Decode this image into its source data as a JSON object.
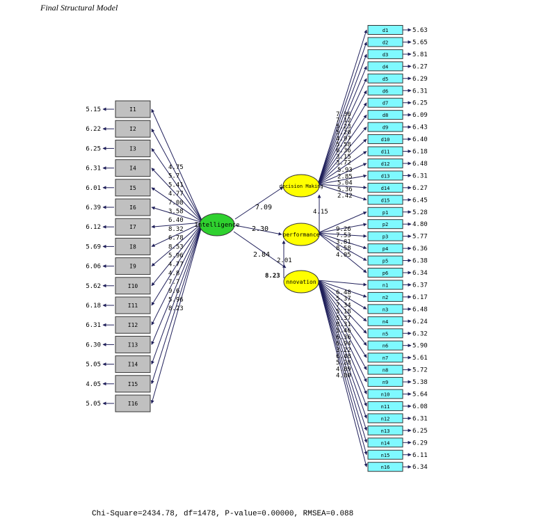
{
  "title": "Final Structural Model",
  "footer": "Chi-Square=2434.78, df=1478, P-value=0.00000, RMSEA=0.088",
  "colors": {
    "indicator_left": "#c0c0c0",
    "indicator_right": "#7ff9ff",
    "exogenous": "#2fd12f",
    "endogenous": "#ffff00",
    "arrow": "#1f1f5a"
  },
  "latent": {
    "intelligence": "Intelligence",
    "decision": "decision Making",
    "performance": "performance",
    "innovation": "nnovation"
  },
  "paths": {
    "int_to_decision": "7.09",
    "int_to_performance": "2.30",
    "int_to_innovation": "2.84",
    "performance_to_decision": "4.15",
    "innovation_to_performance": "2.01",
    "innovation_extra": "8.23"
  },
  "intelligence_indicators": [
    {
      "name": "I1",
      "error": "5.15",
      "load": "4.75"
    },
    {
      "name": "I2",
      "error": "6.22",
      "load": "5.7"
    },
    {
      "name": "I3",
      "error": "6.25",
      "load": "5.41"
    },
    {
      "name": "I4",
      "error": "6.31",
      "load": "4.77"
    },
    {
      "name": "I5",
      "error": "6.01",
      "load": "7.08"
    },
    {
      "name": "I6",
      "error": "6.39",
      "load": "3.58"
    },
    {
      "name": "I7",
      "error": "6.12",
      "load": "6.40"
    },
    {
      "name": "I8",
      "error": "5.69",
      "load": "8.32"
    },
    {
      "name": "I9",
      "error": "6.06",
      "load": "6.78"
    },
    {
      "name": "I10",
      "error": "5.62",
      "load": "8.53"
    },
    {
      "name": "I11",
      "error": "6.18",
      "load": "5.96"
    },
    {
      "name": "I12",
      "error": "6.31",
      "load": "4.77"
    },
    {
      "name": "I13",
      "error": "6.30",
      "load": "4.8"
    },
    {
      "name": "I14",
      "error": "5.05",
      "load": "7.7"
    },
    {
      "name": "I15",
      "error": "4.05",
      "load": "9.6"
    },
    {
      "name": "I16",
      "error": "5.05",
      "load": "5.96"
    }
  ],
  "intelligence_extra_load": "8.23",
  "decision_indicators": [
    {
      "name": "d1",
      "error": "5.63",
      "load": ""
    },
    {
      "name": "d2",
      "error": "5.65",
      "load": ""
    },
    {
      "name": "d3",
      "error": "5.81",
      "load": ""
    },
    {
      "name": "d4",
      "error": "6.27",
      "load": ""
    },
    {
      "name": "d5",
      "error": "6.29",
      "load": ""
    },
    {
      "name": "d6",
      "error": "6.31",
      "load": ""
    },
    {
      "name": "d7",
      "error": "6.25",
      "load": "7.36"
    },
    {
      "name": "d8",
      "error": "6.09",
      "load": "7.12"
    },
    {
      "name": "d9",
      "error": "6.43",
      "load": "5.23"
    },
    {
      "name": "d10",
      "error": "6.40",
      "load": "5.20"
    },
    {
      "name": "d11",
      "error": "6.18",
      "load": "4.97"
    },
    {
      "name": "d12",
      "error": "6.48",
      "load": "5.58"
    },
    {
      "name": "d13",
      "error": "6.31",
      "load": "6.36"
    },
    {
      "name": "d14",
      "error": "6.27",
      "load": "3.15"
    },
    {
      "name": "d15",
      "error": "6.45",
      "load": "3.72"
    }
  ],
  "decision_extra_loads": [
    "5.93",
    "2.85",
    "5.04",
    "5.36",
    "2.42"
  ],
  "performance_indicators": [
    {
      "name": "p1",
      "error": "5.28",
      "load": "9.26"
    },
    {
      "name": "p2",
      "error": "4.80",
      "load": "7.53"
    },
    {
      "name": "p3",
      "error": "5.77",
      "load": "3.81"
    },
    {
      "name": "p4",
      "error": "6.36",
      "load": "8.58"
    },
    {
      "name": "p5",
      "error": "6.38",
      "load": "4.05"
    },
    {
      "name": "p6",
      "error": "6.34",
      "load": ""
    }
  ],
  "innovation_indicators": [
    {
      "name": "n1",
      "error": "6.37",
      "load": "6.48"
    },
    {
      "name": "n2",
      "error": "6.17",
      "load": "5.37"
    },
    {
      "name": "n3",
      "error": "6.48",
      "load": "7.34"
    },
    {
      "name": "n4",
      "error": "6.24",
      "load": "5.18"
    },
    {
      "name": "n5",
      "error": "6.32",
      "load": "5.37"
    },
    {
      "name": "n6",
      "error": "5.90",
      "load": "8.31"
    },
    {
      "name": "n7",
      "error": "5.61",
      "load": "5.46"
    },
    {
      "name": "n8",
      "error": "5.72",
      "load": "6.36"
    },
    {
      "name": "n9",
      "error": "5.38",
      "load": "6.94"
    },
    {
      "name": "n10",
      "error": "5.64",
      "load": "3.22"
    },
    {
      "name": "n11",
      "error": "6.08",
      "load": "6.48"
    },
    {
      "name": "n12",
      "error": "6.31",
      "load": "5.28"
    },
    {
      "name": "n13",
      "error": "6.25",
      "load": "4.89"
    },
    {
      "name": "n14",
      "error": "6.29",
      "load": "4.00"
    },
    {
      "name": "n15",
      "error": "6.11",
      "load": ""
    },
    {
      "name": "n16",
      "error": "6.34",
      "load": ""
    }
  ]
}
